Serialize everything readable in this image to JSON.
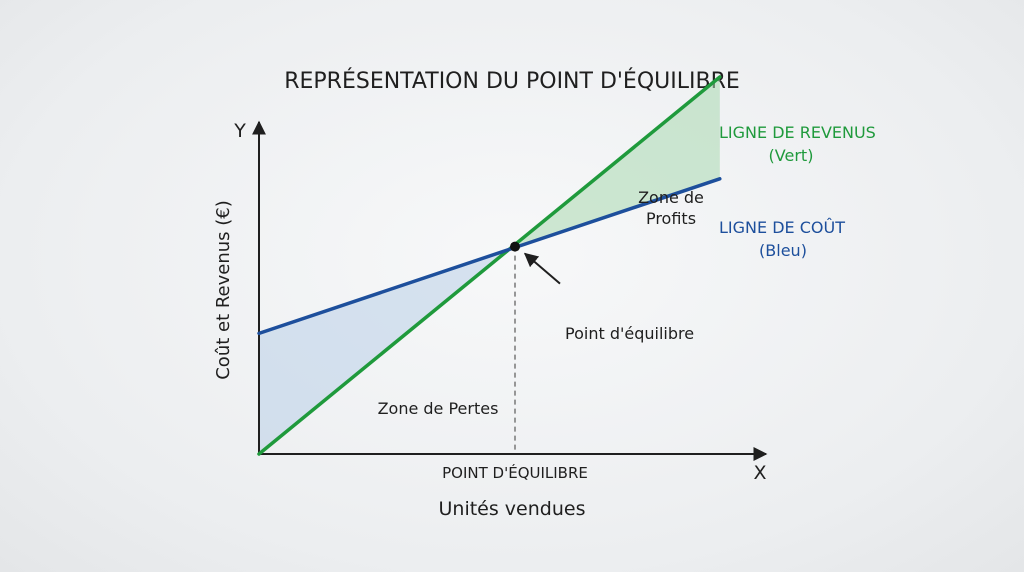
{
  "chart_data": {
    "type": "line",
    "title": "REPRÉSENTATION DU POINT D'ÉQUILIBRE",
    "xlabel": "Unités vendues",
    "ylabel": "Coût et Revenus (€)",
    "x_axis_letter": "X",
    "y_axis_letter": "Y",
    "x_tick_label": "POINT D'ÉQUILIBRE",
    "xlim": [
      0,
      10
    ],
    "ylim": [
      0,
      10
    ],
    "grid": false,
    "series": [
      {
        "name": "LIGNE DE REVENUS",
        "subtitle": "(Vert)",
        "color": "#1f9a3c",
        "x": [
          0,
          9
        ],
        "y": [
          0,
          10
        ]
      },
      {
        "name": "LIGNE DE COÛT",
        "subtitle": "(Bleu)",
        "color": "#1d4f9c",
        "x": [
          0,
          9
        ],
        "y": [
          3.2,
          7.3
        ]
      }
    ],
    "break_even": {
      "x": 5.0,
      "y": 5.5,
      "label": "Point d'équilibre"
    },
    "annotations": {
      "profit_zone": [
        "Zone de",
        "Profits"
      ],
      "loss_zone": "Zone de Pertes"
    },
    "colors": {
      "profit_fill": "#a9d8b0",
      "loss_fill": "#b9cfe8",
      "axis": "#1f1f1f"
    }
  }
}
